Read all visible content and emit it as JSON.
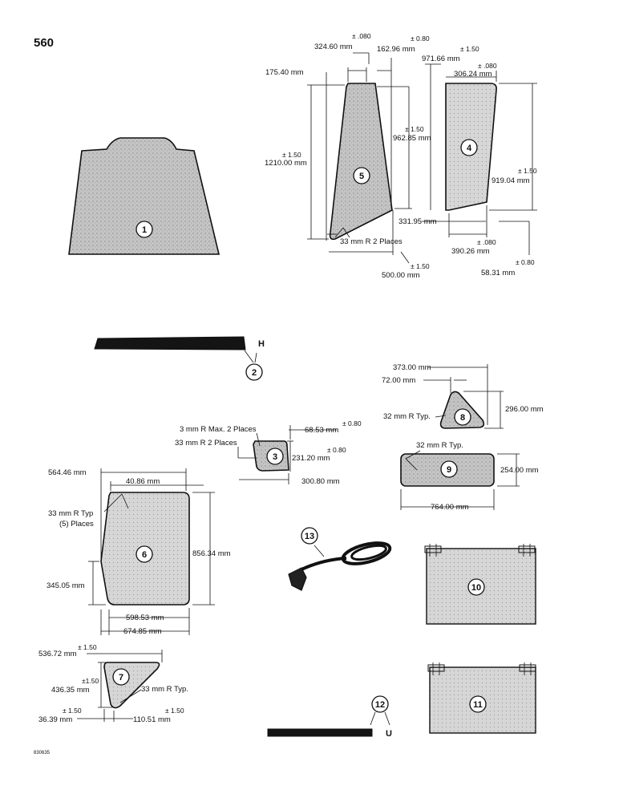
{
  "page_number": "560",
  "figure_code": "830635",
  "parts": [
    {
      "id": "1"
    },
    {
      "id": "2"
    },
    {
      "id": "3"
    },
    {
      "id": "4"
    },
    {
      "id": "5"
    },
    {
      "id": "6"
    },
    {
      "id": "7"
    },
    {
      "id": "8"
    },
    {
      "id": "9"
    },
    {
      "id": "10"
    },
    {
      "id": "11"
    },
    {
      "id": "12"
    },
    {
      "id": "13"
    }
  ],
  "part5": {
    "d_324_60": "324.60 mm",
    "t_324_60": "± .080",
    "d_162_96": "162.96 mm",
    "t_162_96": "± 0.80",
    "d_175_40": "175.40 mm",
    "d_1210": "1210.00 mm",
    "t_1210": "± 1.50",
    "d_962_85": "962.85 mm",
    "t_962_85": "± 1.50",
    "radius": "33 mm R 2 Places",
    "d_500": "500.00 mm",
    "t_500": "± 1.50"
  },
  "part4": {
    "d_971_66": "971.66 mm",
    "t_971_66": "± 1.50",
    "d_306_24": "306.24 mm",
    "t_306_24": "± .080",
    "d_919_04": "919.04 mm",
    "t_919_04": "± 1.50",
    "d_331_95": "331.95 mm",
    "d_390_26": "390.26 mm",
    "t_390_26": "± .080",
    "d_58_31": "58.31 mm",
    "t_58_31": "± 0.80"
  },
  "part8": {
    "d_373": "373.00 mm",
    "d_72": "72.00 mm",
    "d_296": "296.00 mm",
    "radius": "32 mm R Typ."
  },
  "part3": {
    "radius_max": "3 mm R Max. 2 Places",
    "radius": "33 mm R 2 Places",
    "d_68_53": "68.53 mm",
    "t_68_53": "± 0.80",
    "d_231_20": "231.20 mm",
    "t_231_20": "± 0.80",
    "d_300_80": "300.80 mm"
  },
  "part9": {
    "radius": "32 mm R Typ.",
    "d_254": "254.00 mm",
    "d_764": "764.00 mm"
  },
  "part6": {
    "d_564_46": "564.46 mm",
    "d_40_86": "40.86 mm",
    "radius_line1": "33 mm R Typ",
    "radius_line2": "(5) Places",
    "d_856_34": "856.34 mm",
    "d_345_05": "345.05 mm",
    "d_598_53": "598.53 mm",
    "d_674_85": "674.85 mm"
  },
  "part7": {
    "d_536_72": "536.72 mm",
    "t_536_72": "± 1.50",
    "d_436_35": "436.35 mm",
    "t_436_35": "±1.50",
    "radius": "33 mm R Typ.",
    "d_36_39": "36.39 mm",
    "t_36_39": "± 1.50",
    "d_110_51": "110.51 mm",
    "t_110_51": "± 1.50"
  }
}
